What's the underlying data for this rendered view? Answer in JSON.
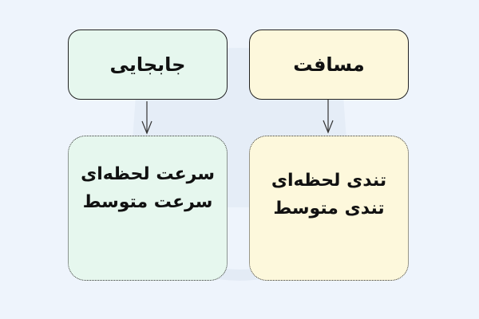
{
  "watermark": "فرادرس",
  "colors": {
    "green_fill": "#e6f7ee",
    "yellow_fill": "#fdf8dc",
    "background": "#eef4fc"
  },
  "nodes": {
    "displacement": "جابجایی",
    "distance": "مسافت",
    "velocity": [
      "سرعت لحظه‌ای",
      "سرعت متوسط"
    ],
    "speed": [
      "تندی لحظه‌ای",
      "تندی متوسط"
    ]
  },
  "edges": [
    {
      "from": "displacement",
      "to": "velocity"
    },
    {
      "from": "distance",
      "to": "speed"
    }
  ]
}
